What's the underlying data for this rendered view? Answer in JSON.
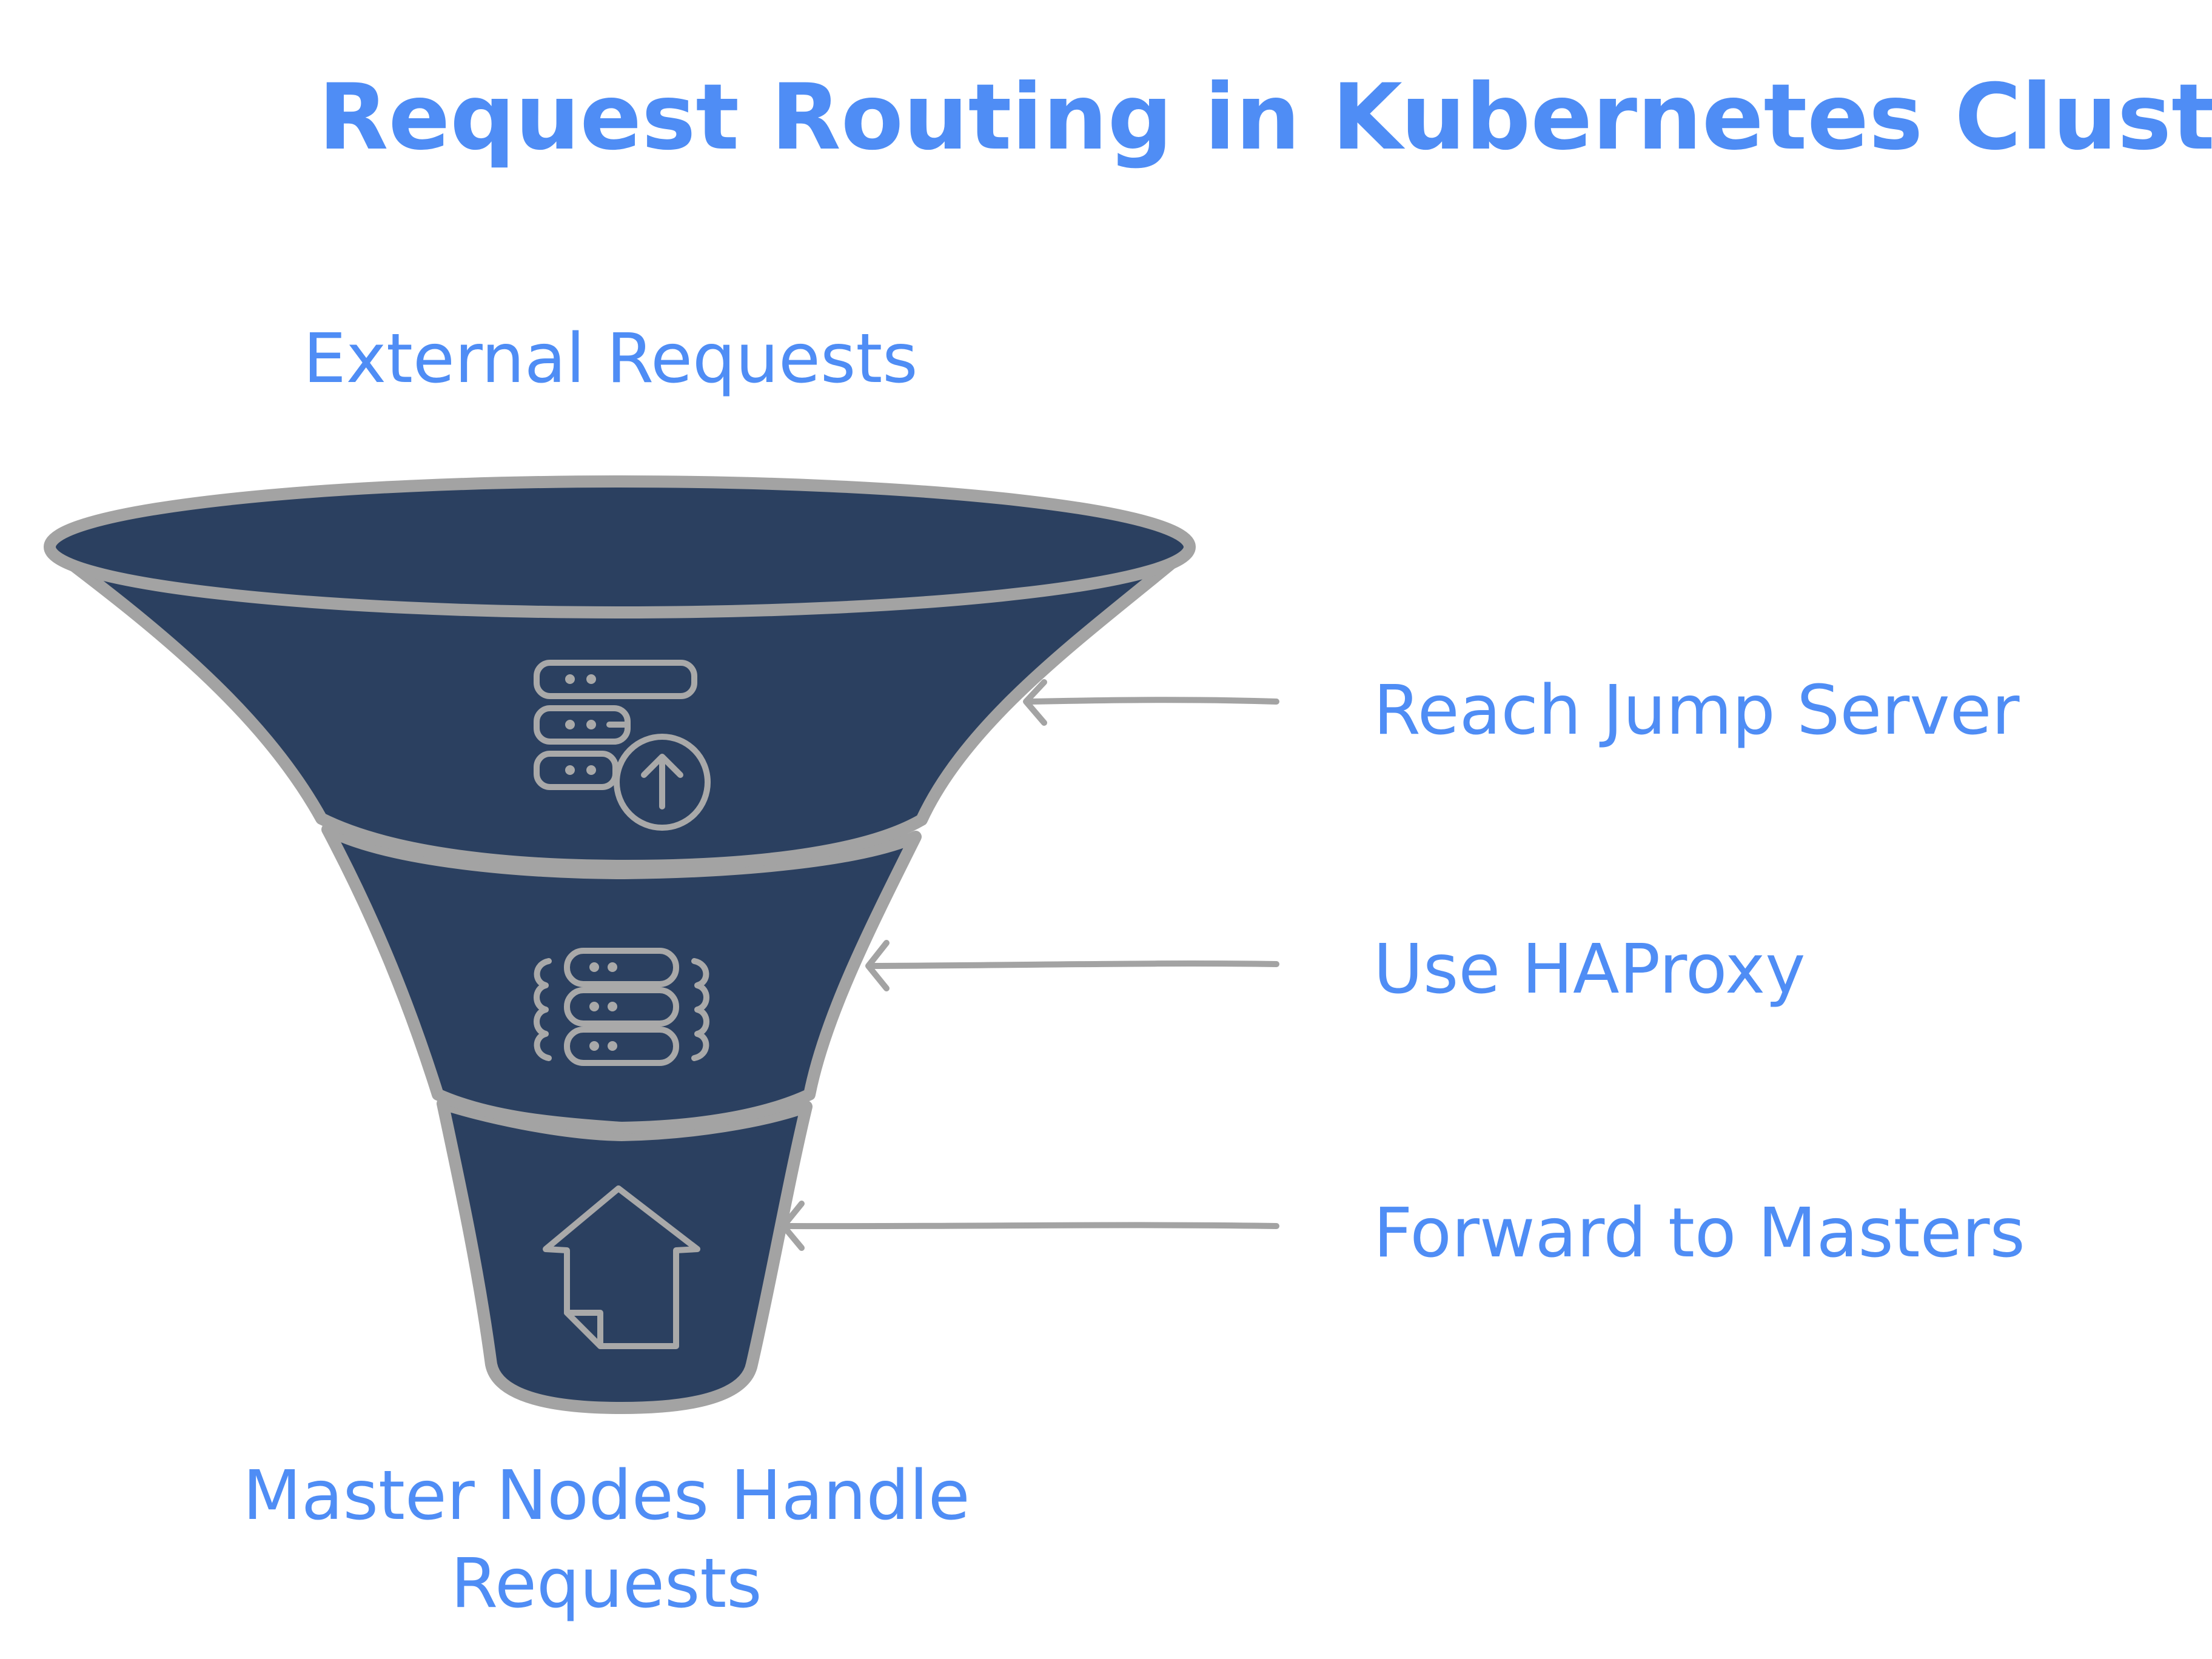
{
  "title": "Request Routing in Kubernetes Cluster",
  "top_label": "External Requests",
  "bottom_label": {
    "line1": "Master Nodes Handle",
    "line2": "Requests"
  },
  "stages": [
    {
      "label": "Reach Jump Server",
      "icon": "server-upload-icon"
    },
    {
      "label": "Use HAProxy",
      "icon": "load-balancer-icon"
    },
    {
      "label": "Forward to Masters",
      "icon": "upward-arrow-icon"
    }
  ],
  "colors": {
    "text_accent": "#4f8df5",
    "funnel_fill": "#2b4060",
    "funnel_outline": "#a3a3a3",
    "icon_stroke": "#a9a9a9"
  }
}
